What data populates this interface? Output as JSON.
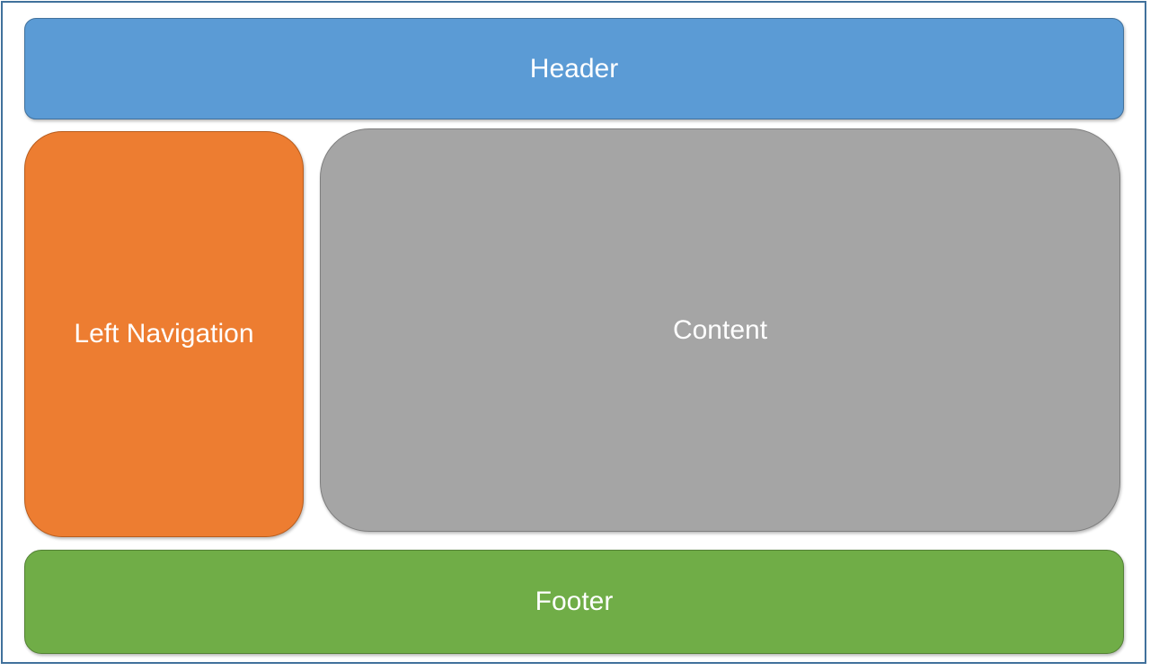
{
  "page": {
    "background": "#FFFFFF",
    "border_color": "#41719C",
    "text_color": "#FFFFFF"
  },
  "diagram": {
    "type": "webpage-layout-diagram",
    "blocks": {
      "header": {
        "label": "Header",
        "fill": "#5B9BD5",
        "border": "#41719C"
      },
      "left_navigation": {
        "label": "Left Navigation",
        "fill": "#ED7D31",
        "border": "#B85D1E"
      },
      "content": {
        "label": "Content",
        "fill": "#A5A5A5",
        "border": "#7F7F7F"
      },
      "footer": {
        "label": "Footer",
        "fill": "#70AD47",
        "border": "#538135"
      }
    }
  }
}
